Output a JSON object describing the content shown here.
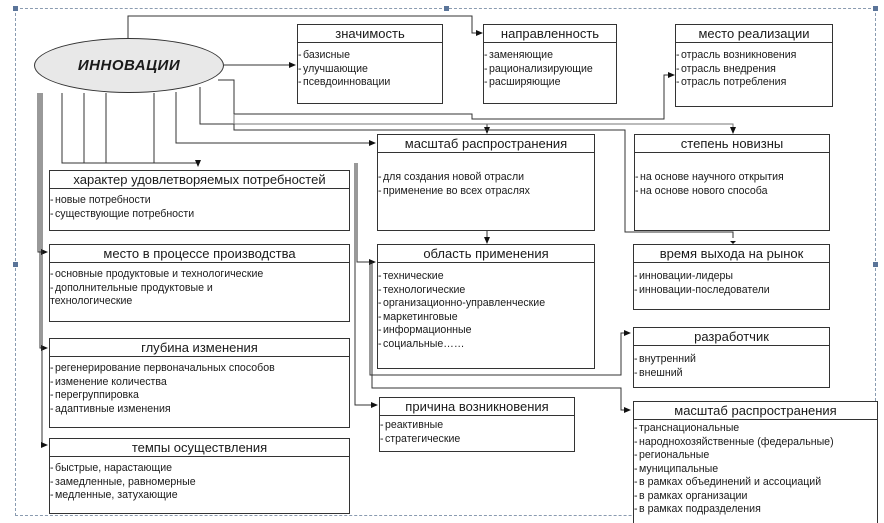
{
  "root": {
    "label": "ИННОВАЦИИ"
  },
  "categories": [
    {
      "id": "znachimost",
      "title": "значимость",
      "items": [
        "базисные",
        "улучшающие",
        "псевдоинновации"
      ]
    },
    {
      "id": "napravlennost",
      "title": "направленность",
      "items": [
        "заменяющие",
        "рационализирующие",
        "расширяющие"
      ]
    },
    {
      "id": "mesto-realizacii",
      "title": "место реализации",
      "items": [
        "отрасль возникновения",
        "отрасль внедрения",
        "отрасль потребления"
      ]
    },
    {
      "id": "masshtab-1",
      "title": "масштаб распространения",
      "items": [
        "для создания новой отрасли",
        "применение во всех отраслях"
      ]
    },
    {
      "id": "stepen-novizny",
      "title": "степень новизны",
      "items": [
        "на основе научного открытия",
        "на основе нового способа"
      ]
    },
    {
      "id": "harakter",
      "title": "характер удовлетворяемых потребностей",
      "items": [
        "новые потребности",
        "существующие потребности"
      ]
    },
    {
      "id": "mesto-v-processe",
      "title": "место в процессе производства",
      "items": [
        "основные продуктовые и технологические",
        "дополнительные продуктовые и",
        "технологические"
      ]
    },
    {
      "id": "oblast",
      "title": "область применения",
      "items": [
        "технические",
        "технологические",
        "организационно-управленческие",
        "маркетинговые",
        "информационные",
        "социальные……"
      ]
    },
    {
      "id": "vremya",
      "title": "время выхода на рынок",
      "items": [
        "инновации-лидеры",
        "инновации-последователи"
      ]
    },
    {
      "id": "razrabotchik",
      "title": "разработчик",
      "items": [
        "внутренний",
        "внешний"
      ]
    },
    {
      "id": "glubina",
      "title": "глубина изменения",
      "items": [
        "регенерирование первоначальных способов",
        "изменение количества",
        "перегруппировка",
        "адаптивные изменения"
      ]
    },
    {
      "id": "prichina",
      "title": "причина возникновения",
      "items": [
        "реактивные",
        "стратегические"
      ]
    },
    {
      "id": "masshtab-2",
      "title": "масштаб распространения",
      "items": [
        "транснациональные",
        "народнохозяйственные (федеральные)",
        "региональные",
        "муниципальные",
        "в рамках объединений и ассоциаций",
        "в рамках организации",
        "в рамках подразделения"
      ]
    },
    {
      "id": "tempy",
      "title": "темпы осуществления",
      "items": [
        "быстрые, нарастающие",
        "замедленные, равномерные",
        "медленные, затухающие"
      ]
    }
  ]
}
